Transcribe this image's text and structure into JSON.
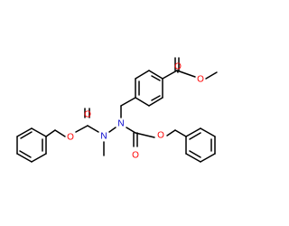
{
  "molecule": {
    "atom_labels": {
      "o_ester_carbonyl": "O",
      "o_ester_ether": "O",
      "n_upper": "N",
      "n_lower": "N",
      "o_left_carbonyl": "O",
      "o_left_ether": "O",
      "o_right_carbonyl": "O",
      "o_right_ether": "O"
    },
    "colors": {
      "bond": "#000000",
      "oxygen": "#ff0000",
      "nitrogen": "#0000cc"
    }
  }
}
